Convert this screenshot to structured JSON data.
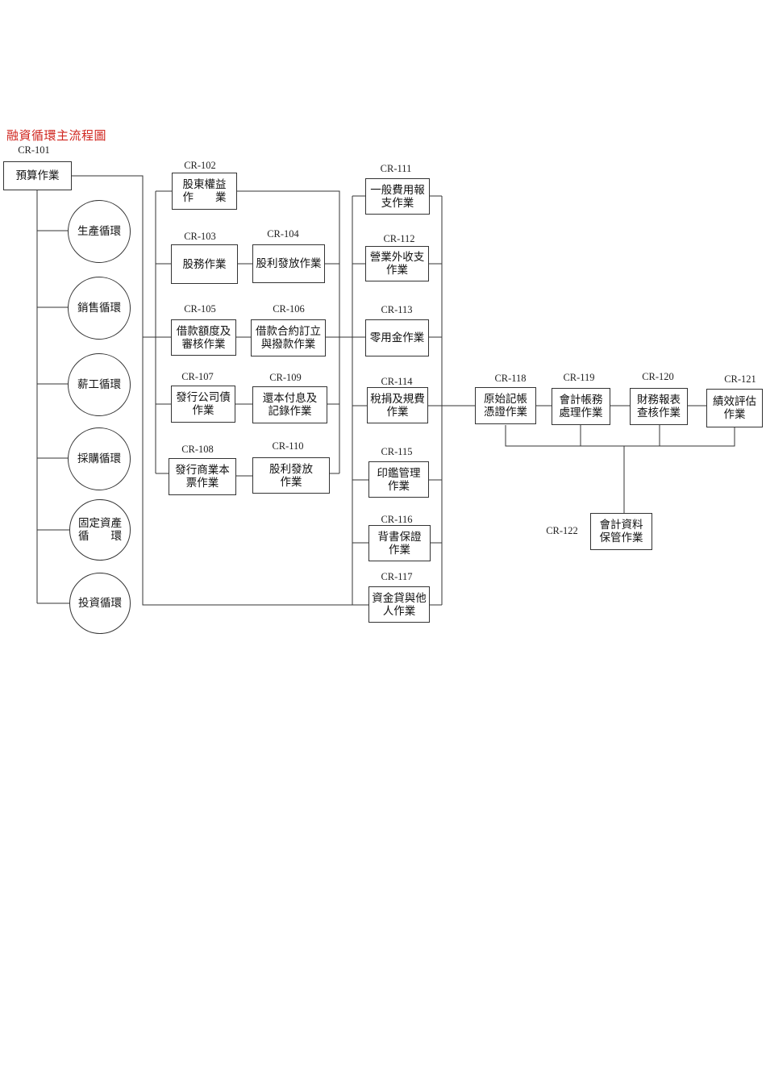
{
  "title": "融資循環主流程圖",
  "root": {
    "code": "CR-101",
    "label": "預算作業"
  },
  "cycles": [
    "生產循環",
    "銷售循環",
    "薪工循環",
    "採購循環",
    "固定資產\n循　　環",
    "投資循環"
  ],
  "mid": {
    "b102": {
      "code": "CR-102",
      "label": "股東權益\n作　　業"
    },
    "b103": {
      "code": "CR-103",
      "label": "股務作業"
    },
    "b104": {
      "code": "CR-104",
      "label": "股利發放作業"
    },
    "b105": {
      "code": "CR-105",
      "label": "借款額度及\n審核作業"
    },
    "b106": {
      "code": "CR-106",
      "label": "借款合約訂立\n與撥款作業"
    },
    "b107": {
      "code": "CR-107",
      "label": "發行公司債\n作業"
    },
    "b109": {
      "code": "CR-109",
      "label": "還本付息及\n記錄作業"
    },
    "b108": {
      "code": "CR-108",
      "label": "發行商業本\n票作業"
    },
    "b110": {
      "code": "CR-110",
      "label": "股利發放\n作業"
    }
  },
  "right": {
    "b111": {
      "code": "CR-111",
      "label": "一般費用報\n支作業"
    },
    "b112": {
      "code": "CR-112",
      "label": "營業外收支\n作業"
    },
    "b113": {
      "code": "CR-113",
      "label": "零用金作業"
    },
    "b114": {
      "code": "CR-114",
      "label": "稅捐及規費\n作業"
    },
    "b115": {
      "code": "CR-115",
      "label": "印鑑管理\n作業"
    },
    "b116": {
      "code": "CR-116",
      "label": "背書保證\n作業"
    },
    "b117": {
      "code": "CR-117",
      "label": "資金貸與他\n人作業"
    }
  },
  "accounting": {
    "b118": {
      "code": "CR-118",
      "label": "原始記帳\n憑證作業"
    },
    "b119": {
      "code": "CR-119",
      "label": "會計帳務\n處理作業"
    },
    "b120": {
      "code": "CR-120",
      "label": "財務報表\n查核作業"
    },
    "b121": {
      "code": "CR-121",
      "label": "績效評估\n作業"
    },
    "b122": {
      "code": "CR-122",
      "label": "會計資料\n保管作業"
    }
  }
}
